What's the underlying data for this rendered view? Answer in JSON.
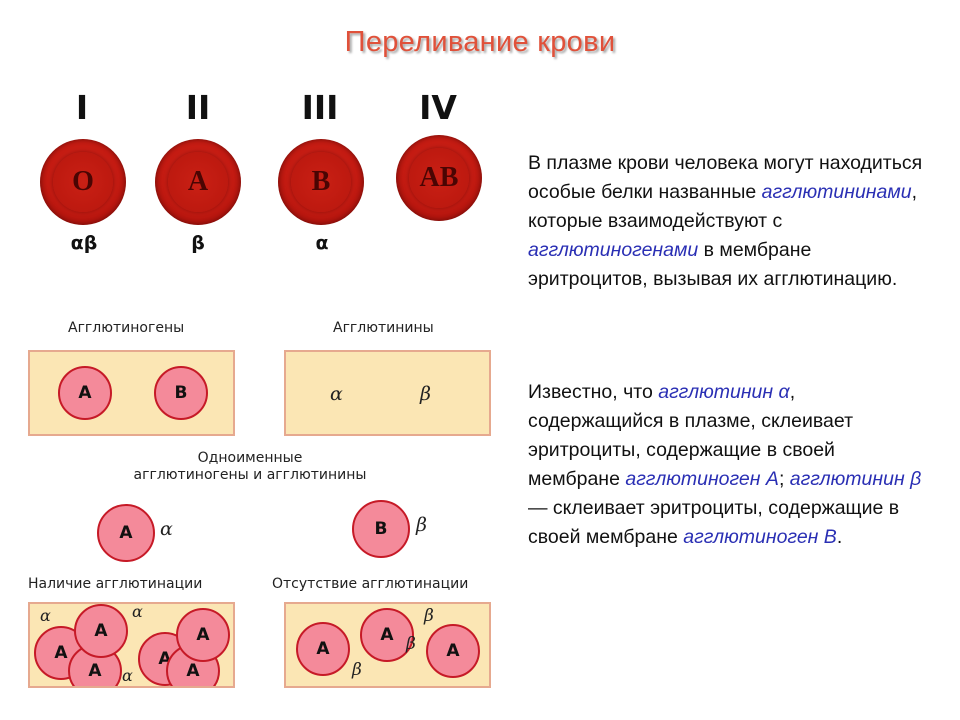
{
  "title": "Переливание крови",
  "blood_groups": [
    {
      "roman": "I",
      "antigen": "O",
      "antibodies": "αβ"
    },
    {
      "roman": "II",
      "antigen": "A",
      "antibodies": "β"
    },
    {
      "roman": "III",
      "antigen": "B",
      "antibodies": "α"
    },
    {
      "roman": "IV",
      "antigen": "AB",
      "antibodies": ""
    }
  ],
  "panels": {
    "agglutinogens_caption": "Агглютиногены",
    "agglutinogens": [
      "A",
      "B"
    ],
    "agglutinins_caption": "Агглютинины",
    "agglutinins": [
      "α",
      "β"
    ],
    "same_name_caption_line1": "Одноименные",
    "same_name_caption_line2": "агглютиногены  и  агглютинины",
    "pair_left": {
      "cell": "A",
      "greek": "α"
    },
    "pair_right": {
      "cell": "B",
      "greek": "β"
    },
    "presence_caption": "Наличие  агглютинации",
    "absence_caption": "Отсутствие  агглютинации",
    "cluster_cell": "A",
    "cluster_greek": "α",
    "absence_cell": "A",
    "absence_greek": "β"
  },
  "text": {
    "p1_a": "В плазме крови человека могут находиться особые белки названные ",
    "p1_hl1": "агглютининами",
    "p1_b": ", которые взаимодействуют с ",
    "p1_hl2": "агглютиногенами",
    "p1_c": " в мембране эритроцитов, вызывая их агглютинацию.",
    "p2_a": "Известно, что ",
    "p2_hl1": "агглютинин α",
    "p2_b": ", содержащийся в плазме, склеивает эритроциты, содержащие в своей мембране ",
    "p2_hl2": "агглютиноген А",
    "p2_c": "; ",
    "p2_hl3": "агглютинин β",
    "p2_d": " — склеивает эритроциты, содержащие в своей мембране ",
    "p2_hl4": "агглютиноген В",
    "p2_e": "."
  },
  "colors": {
    "title": "#e0513a",
    "highlight": "#2a2fb4",
    "panel_fill": "#fbe6b4",
    "cell_fill": "#f48a9a",
    "rbc": "#c41b12"
  }
}
